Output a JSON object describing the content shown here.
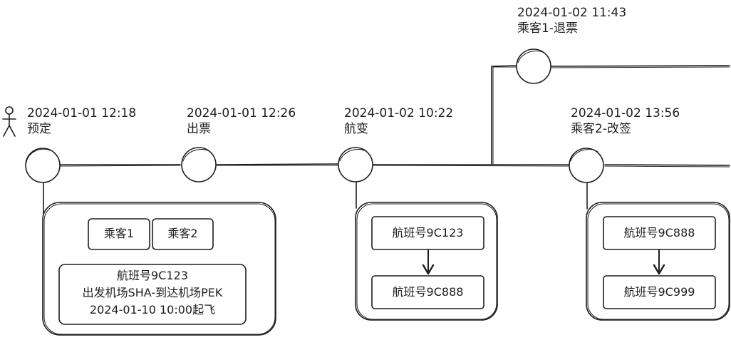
{
  "events": [
    {
      "id": "book",
      "time": "2024-01-01 12:18",
      "action": "预定"
    },
    {
      "id": "ticket",
      "time": "2024-01-01 12:26",
      "action": "出票"
    },
    {
      "id": "change",
      "time": "2024-01-02 10:22",
      "action": "航变"
    },
    {
      "id": "refund",
      "time": "2024-01-02 11:43",
      "action": "乘客1-退票"
    },
    {
      "id": "rebook",
      "time": "2024-01-02 13:56",
      "action": "乘客2-改签"
    }
  ],
  "booking_card": {
    "passengers": [
      "乘客1",
      "乘客2"
    ],
    "flight_lines": [
      "航班号9C123",
      "出发机场SHA-到达机场PEK",
      "2024-01-10 10:00起飞"
    ]
  },
  "change_card": {
    "from": "航班号9C123",
    "to": "航班号9C888"
  },
  "rebook_card": {
    "from": "航班号9C888",
    "to": "航班号9C999"
  }
}
